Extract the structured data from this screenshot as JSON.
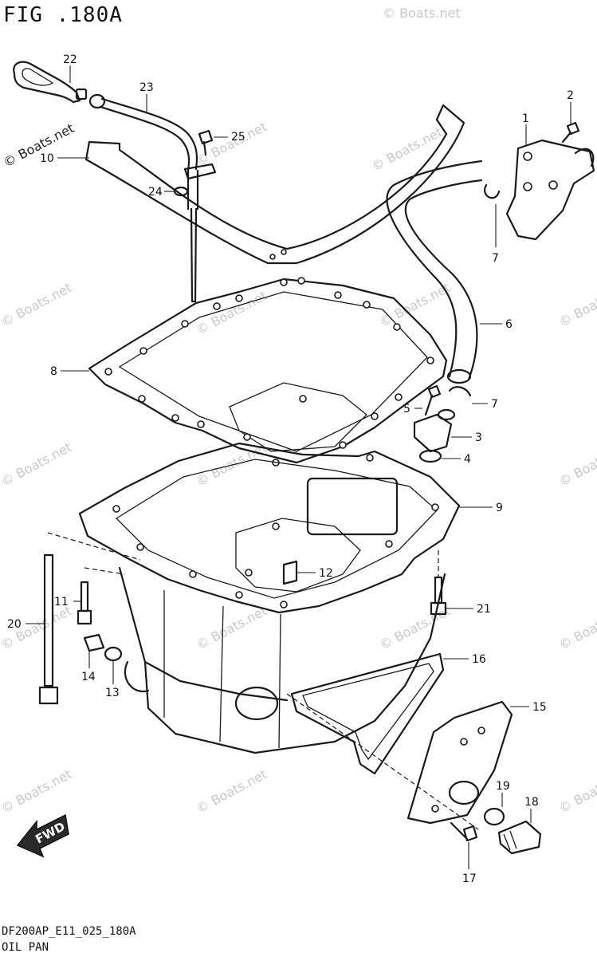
{
  "figure": {
    "title": "FIG .180A",
    "model_code": "DF200AP_E11_025_180A",
    "caption": "OIL PAN"
  },
  "watermark": {
    "text": "© Boats.net",
    "color": "#c9c9c9"
  },
  "watermark_main": {
    "text": "© Boats.net"
  },
  "direction_badge": {
    "text": "FWD"
  },
  "callouts": [
    "1",
    "2",
    "3",
    "4",
    "5",
    "6",
    "7",
    "7",
    "8",
    "9",
    "10",
    "11",
    "12",
    "13",
    "14",
    "15",
    "16",
    "17",
    "18",
    "19",
    "20",
    "21",
    "22",
    "23",
    "24",
    "25"
  ]
}
